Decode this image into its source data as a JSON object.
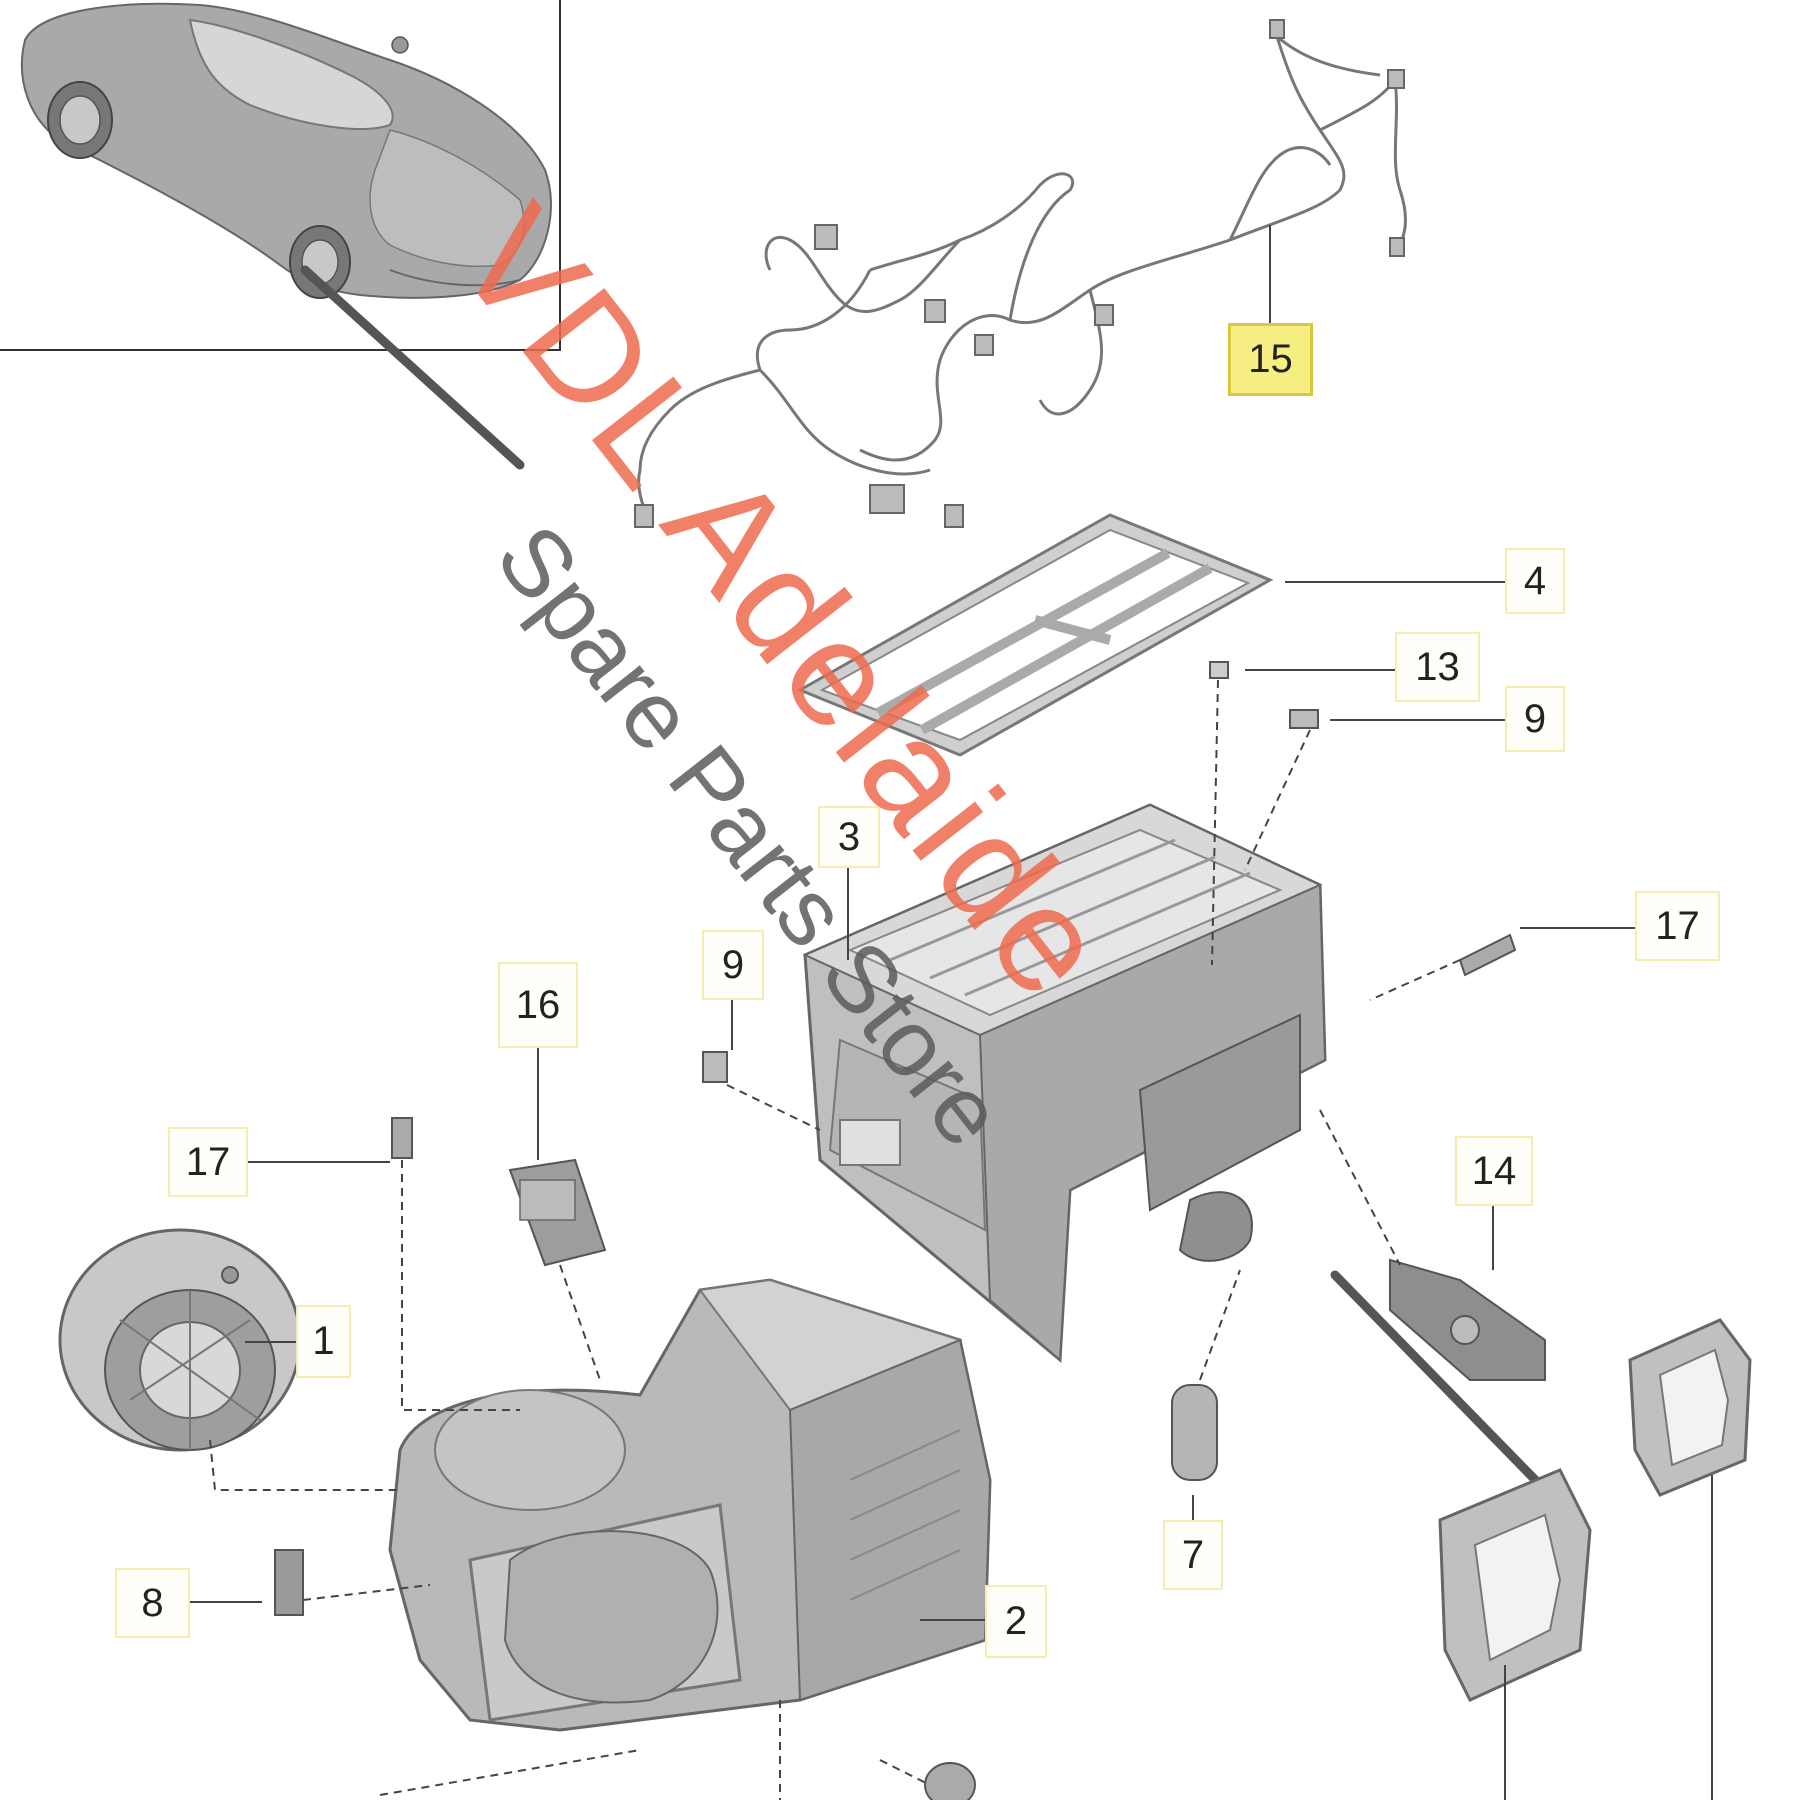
{
  "watermark": {
    "title": "VDL Adelaide",
    "subtitle": "Spare Parts Store",
    "title_color": "#ee6a4e",
    "subtitle_color": "#5a5a5a"
  },
  "callouts": {
    "c15": "15",
    "c4": "4",
    "c13": "13",
    "c9a": "9",
    "c3": "3",
    "c9b": "9",
    "c17a": "17",
    "c16": "16",
    "c17b": "17",
    "c14": "14",
    "c1": "1",
    "c8": "8",
    "c7": "7",
    "c2": "2"
  },
  "highlight_color": "#f7ee83",
  "icons": {
    "car": "vehicle-overview-thumbnail",
    "harness": "wiring-harness",
    "filter": "cabin-filter-frame",
    "hvac": "hvac-housing",
    "blower": "blower-motor",
    "duct": "air-duct-outlet"
  }
}
